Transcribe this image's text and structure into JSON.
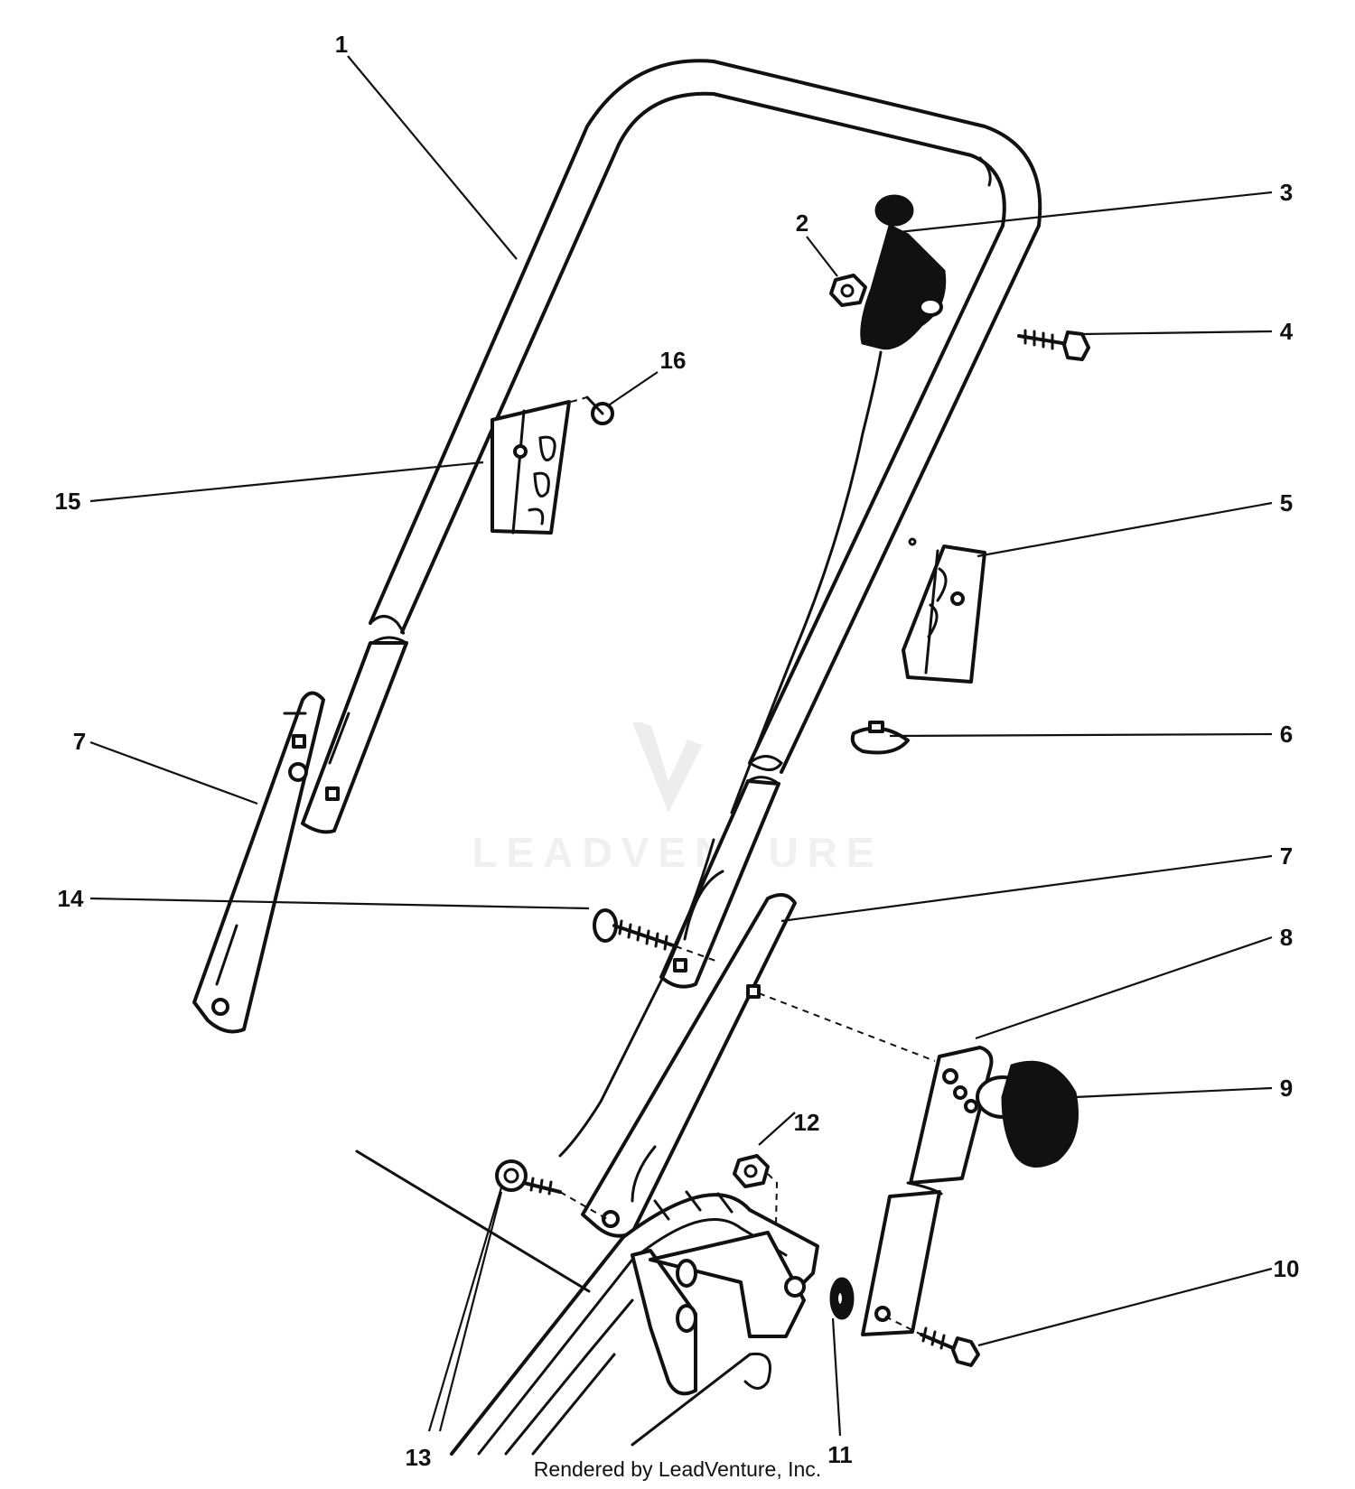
{
  "watermark": {
    "text": "LEADVENTURE"
  },
  "credit": "Rendered by LeadVenture, Inc.",
  "callouts": [
    {
      "id": "c1",
      "label": "1"
    },
    {
      "id": "c2",
      "label": "2"
    },
    {
      "id": "c3",
      "label": "3"
    },
    {
      "id": "c4",
      "label": "4"
    },
    {
      "id": "c5",
      "label": "5"
    },
    {
      "id": "c6",
      "label": "6"
    },
    {
      "id": "c7a",
      "label": "7"
    },
    {
      "id": "c7b",
      "label": "7"
    },
    {
      "id": "c8",
      "label": "8"
    },
    {
      "id": "c9",
      "label": "9"
    },
    {
      "id": "c10",
      "label": "10"
    },
    {
      "id": "c11",
      "label": "11"
    },
    {
      "id": "c12",
      "label": "12"
    },
    {
      "id": "c13",
      "label": "13"
    },
    {
      "id": "c14",
      "label": "14"
    },
    {
      "id": "c15",
      "label": "15"
    },
    {
      "id": "c16",
      "label": "16"
    }
  ]
}
